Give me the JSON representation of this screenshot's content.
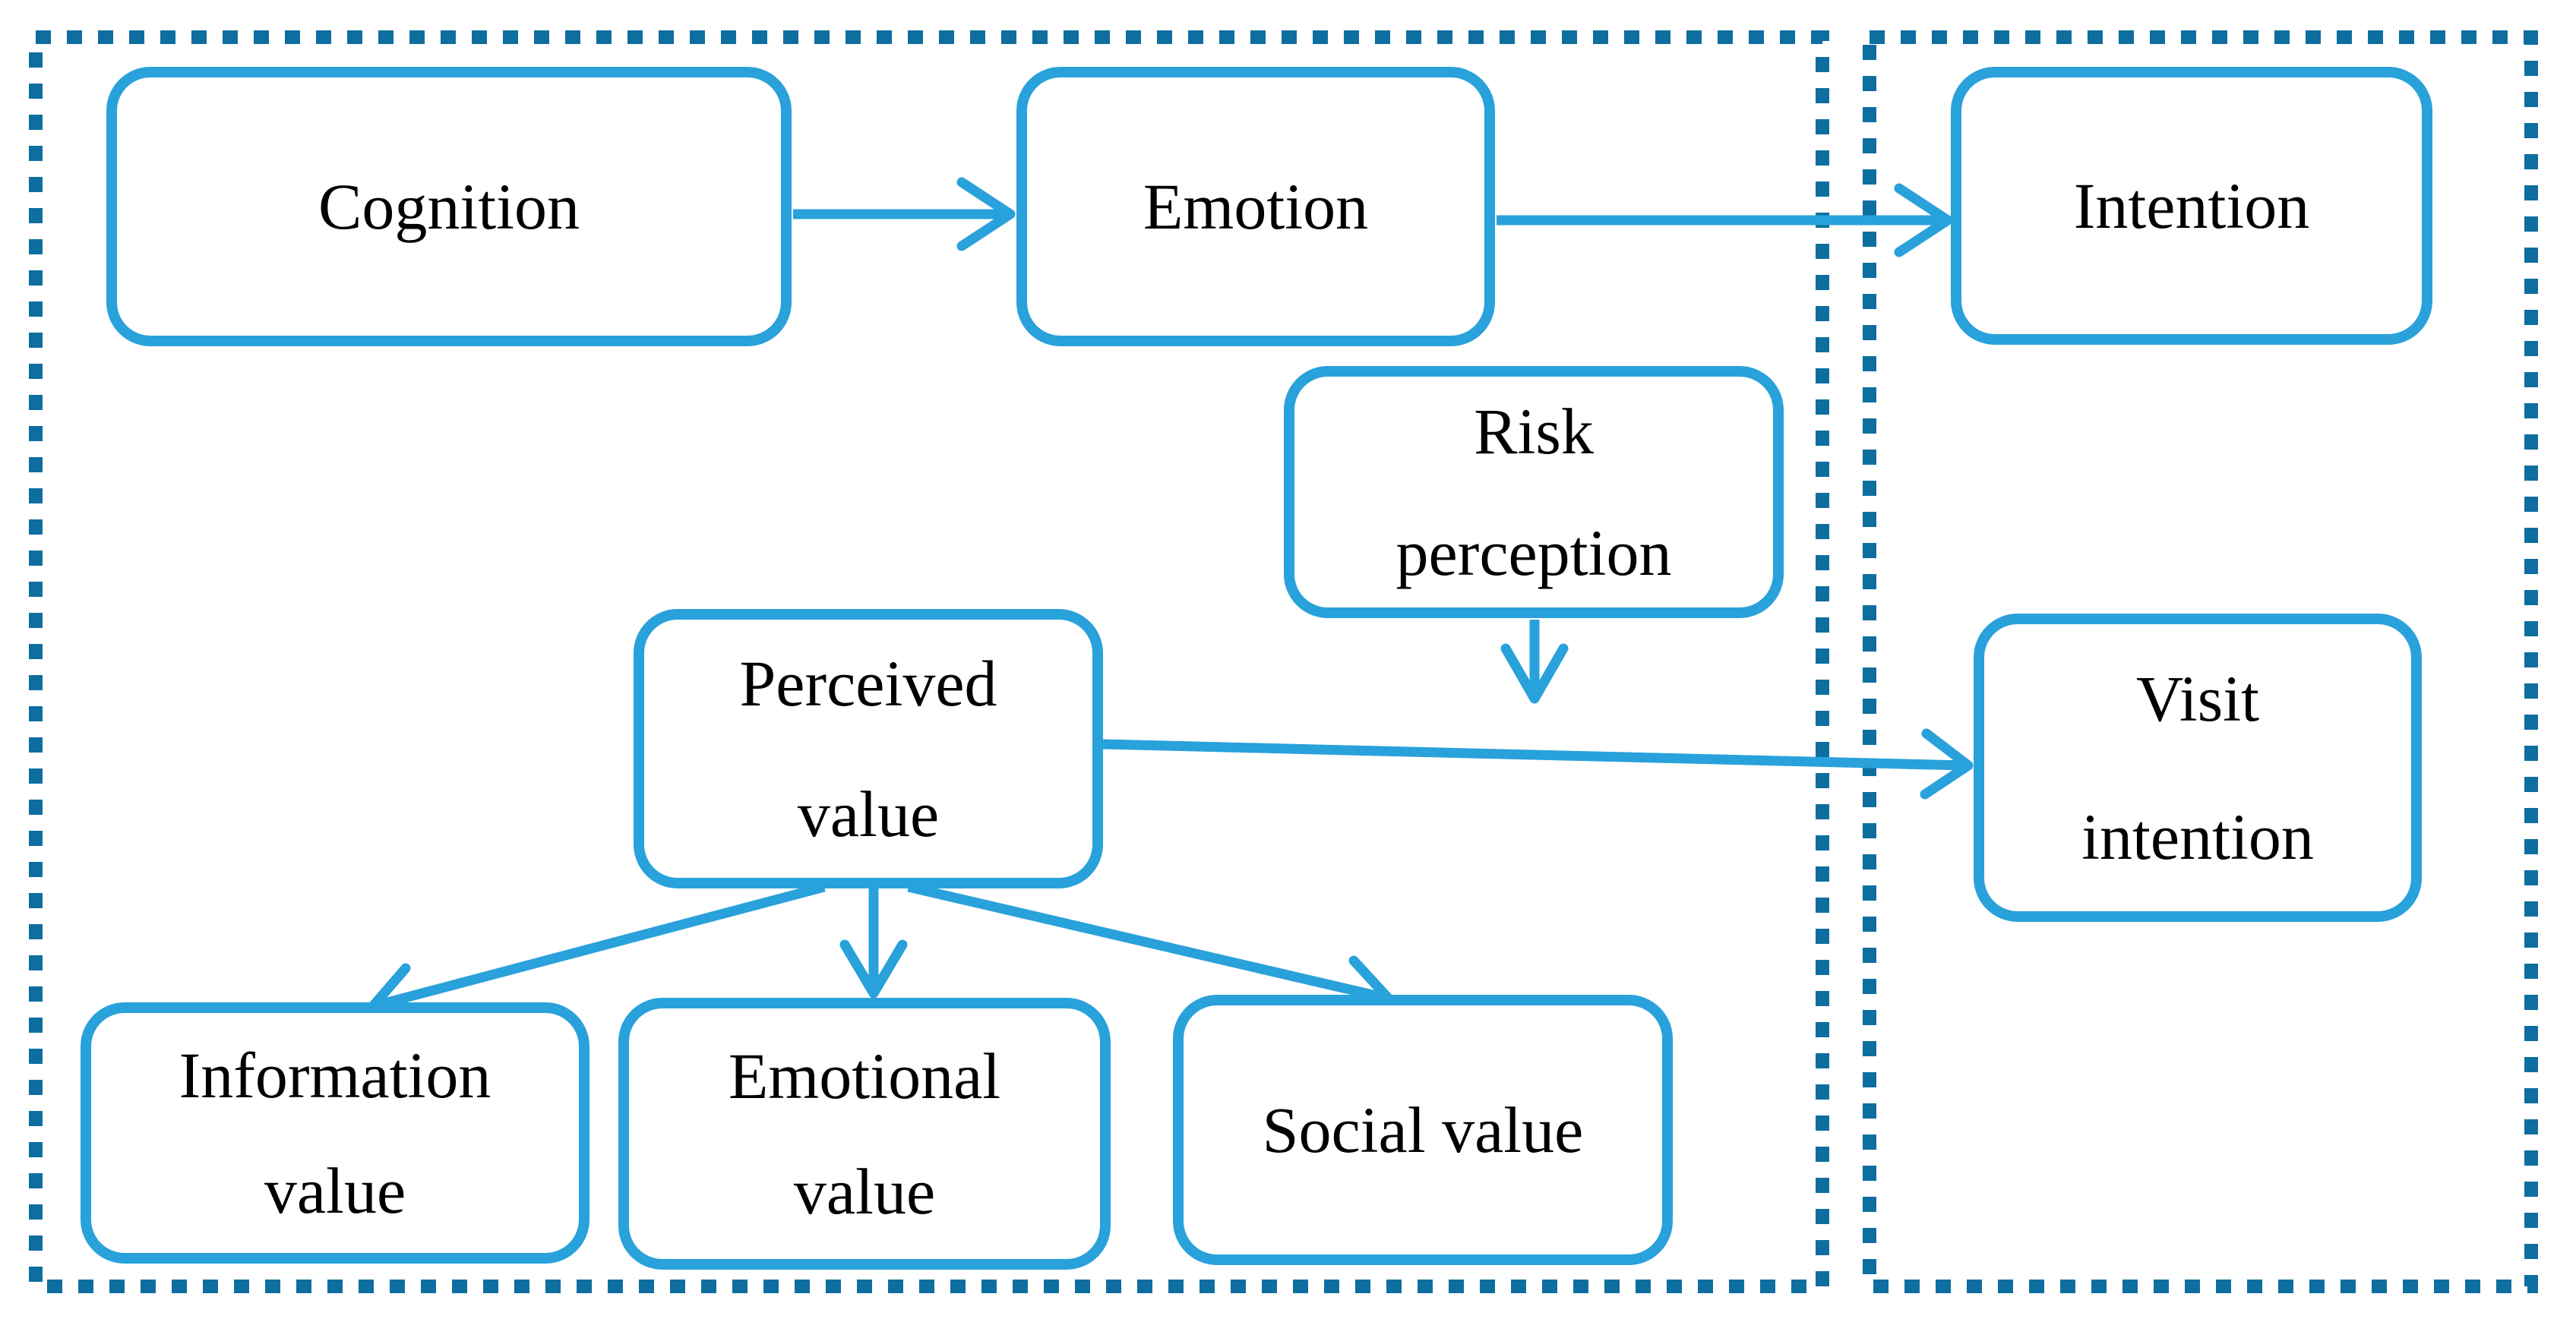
{
  "diagram": {
    "type": "conceptual-model-flowchart",
    "colors": {
      "box_border": "#29A1DB",
      "arrow": "#29A1DB",
      "container_dash": "#0F6EA0",
      "text": "#000000",
      "background": "#FFFFFF"
    },
    "containers": [
      {
        "id": "left-group",
        "style": "dashed"
      },
      {
        "id": "right-group",
        "style": "dashed"
      }
    ],
    "boxes": {
      "cognition": {
        "label": "Cognition"
      },
      "emotion": {
        "label": "Emotion"
      },
      "intention": {
        "label": "Intention"
      },
      "risk_perception": {
        "label": "Risk\nperception"
      },
      "perceived_value": {
        "label": "Perceived\nvalue"
      },
      "visit_intention": {
        "label": "Visit\nintention"
      },
      "information_value": {
        "label": "Information\nvalue"
      },
      "emotional_value": {
        "label": "Emotional\nvalue"
      },
      "social_value": {
        "label": "Social value"
      }
    },
    "edges": [
      {
        "from": "Cognition",
        "to": "Emotion"
      },
      {
        "from": "Emotion",
        "to": "Intention"
      },
      {
        "from": "Risk perception",
        "to": "Perceived value → Visit intention arrow"
      },
      {
        "from": "Perceived value",
        "to": "Visit intention"
      },
      {
        "from": "Perceived value",
        "to": "Information value"
      },
      {
        "from": "Perceived value",
        "to": "Emotional value"
      },
      {
        "from": "Perceived value",
        "to": "Social value"
      }
    ]
  }
}
